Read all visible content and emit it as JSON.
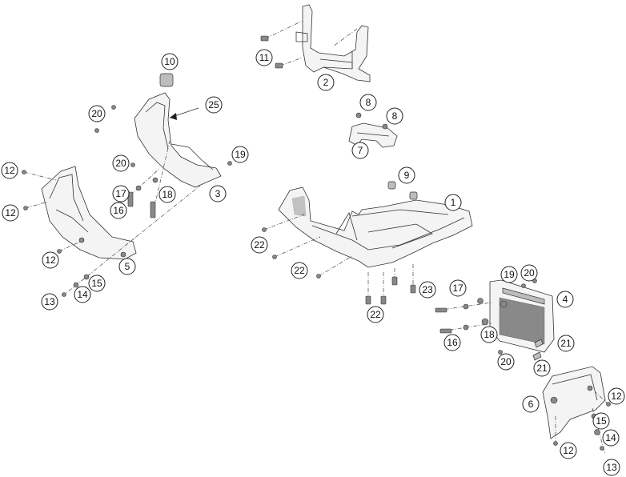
{
  "callouts": [
    {
      "id": "c1",
      "label": "1"
    },
    {
      "id": "c2",
      "label": "2"
    },
    {
      "id": "c3",
      "label": "3"
    },
    {
      "id": "c4",
      "label": "4"
    },
    {
      "id": "c5",
      "label": "5"
    },
    {
      "id": "c6",
      "label": "6"
    },
    {
      "id": "c7",
      "label": "7"
    },
    {
      "id": "c8a",
      "label": "8"
    },
    {
      "id": "c8b",
      "label": "8"
    },
    {
      "id": "c9",
      "label": "9"
    },
    {
      "id": "c10",
      "label": "10"
    },
    {
      "id": "c11",
      "label": "11"
    },
    {
      "id": "c12a",
      "label": "12"
    },
    {
      "id": "c12b",
      "label": "12"
    },
    {
      "id": "c12c",
      "label": "12"
    },
    {
      "id": "c12d",
      "label": "12"
    },
    {
      "id": "c12e",
      "label": "12"
    },
    {
      "id": "c13a",
      "label": "13"
    },
    {
      "id": "c13b",
      "label": "13"
    },
    {
      "id": "c14a",
      "label": "14"
    },
    {
      "id": "c14b",
      "label": "14"
    },
    {
      "id": "c15a",
      "label": "15"
    },
    {
      "id": "c15b",
      "label": "15"
    },
    {
      "id": "c16a",
      "label": "16"
    },
    {
      "id": "c16b",
      "label": "16"
    },
    {
      "id": "c17a",
      "label": "17"
    },
    {
      "id": "c17b",
      "label": "17"
    },
    {
      "id": "c18a",
      "label": "18"
    },
    {
      "id": "c18b",
      "label": "18"
    },
    {
      "id": "c19a",
      "label": "19"
    },
    {
      "id": "c19b",
      "label": "19"
    },
    {
      "id": "c20a",
      "label": "20"
    },
    {
      "id": "c20b",
      "label": "20"
    },
    {
      "id": "c20c",
      "label": "20"
    },
    {
      "id": "c20d",
      "label": "20"
    },
    {
      "id": "c21a",
      "label": "21"
    },
    {
      "id": "c21b",
      "label": "21"
    },
    {
      "id": "c22a",
      "label": "22"
    },
    {
      "id": "c22b",
      "label": "22"
    },
    {
      "id": "c22c",
      "label": "22"
    },
    {
      "id": "c23",
      "label": "23"
    },
    {
      "id": "c25",
      "label": "25"
    }
  ]
}
